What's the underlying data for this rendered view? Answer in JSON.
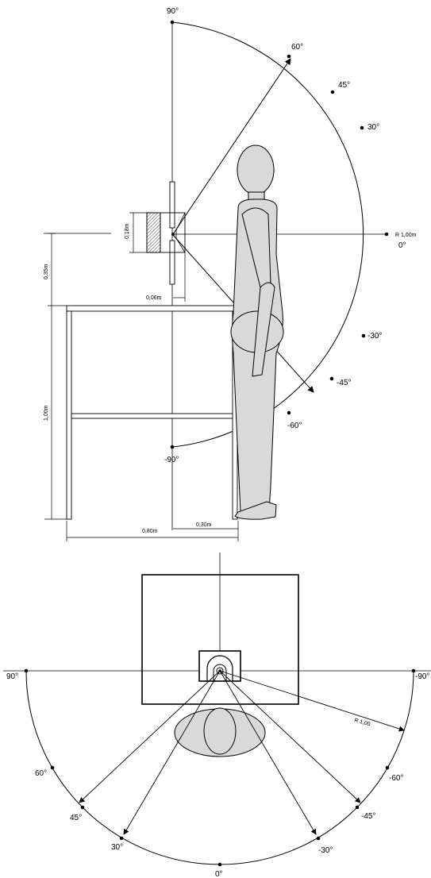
{
  "colors": {
    "line": "#000000",
    "figure_fill": "#d9d9d9",
    "background": "#ffffff"
  },
  "side_view": {
    "angle_labels": {
      "a90": "90°",
      "a60": "60°",
      "a45": "45°",
      "a30": "30°",
      "a0": "0°",
      "am30": "-30°",
      "am45": "-45°",
      "am60": "-60°",
      "am90": "-90°"
    },
    "radius_label": "R 1,00m",
    "dimensions": {
      "sensor_height": "0,18m",
      "sensor_depth": "0,06m",
      "above_table": "0,35m",
      "table_height": "1,00m",
      "table_depth": "0,80m",
      "person_offset": "0,30m"
    }
  },
  "top_view": {
    "angle_labels": {
      "left90": "90°",
      "right90": "-90°",
      "a60": "60°",
      "a45": "45°",
      "a30": "30°",
      "a0": "0°",
      "am30": "-30°",
      "am45": "-45°",
      "am60": "-60°"
    },
    "radius_label": "R 1,00"
  }
}
